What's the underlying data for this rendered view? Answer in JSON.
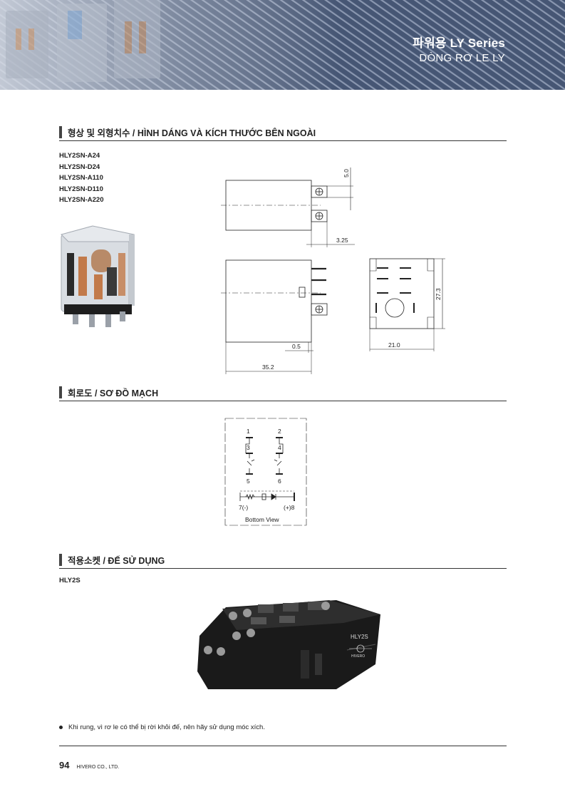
{
  "banner": {
    "title_ko": "파워용 LY Series",
    "title_vi": "DÒNG RƠ LE LY"
  },
  "sections": {
    "shape": "형상 및 외형치수 / HÌNH DÁNG VÀ KÍCH THƯỚC BÊN NGOÀI",
    "circuit": "회로도 / SƠ ĐỒ MẠCH",
    "socket": "적용소켓 / ĐẾ SỬ DỤNG"
  },
  "models": [
    "HLY2SN-A24",
    "HLY2SN-D24",
    "HLY2SN-A110",
    "HLY2SN-D110",
    "HLY2SN-A220"
  ],
  "dimensions": {
    "d_5_0": "5.0",
    "d_3_25": "3.25",
    "d_0_5": "0.5",
    "d_35_2": "35.2",
    "d_27_3": "27.3",
    "d_21_0": "21.0"
  },
  "circuit": {
    "pins": [
      "1",
      "2",
      "3",
      "4",
      "5",
      "6"
    ],
    "pin7": "7(-)",
    "pin8": "(+)8",
    "view": "Bottom View"
  },
  "socket": {
    "model": "HLY2S",
    "brand": "HIVERO"
  },
  "note": "Khi rung, vì rơ le có thể bị rời khỏi đế, nên hãy sử dụng móc xích.",
  "footer": {
    "page": "94",
    "company": "HIVERO CO., LTD."
  }
}
